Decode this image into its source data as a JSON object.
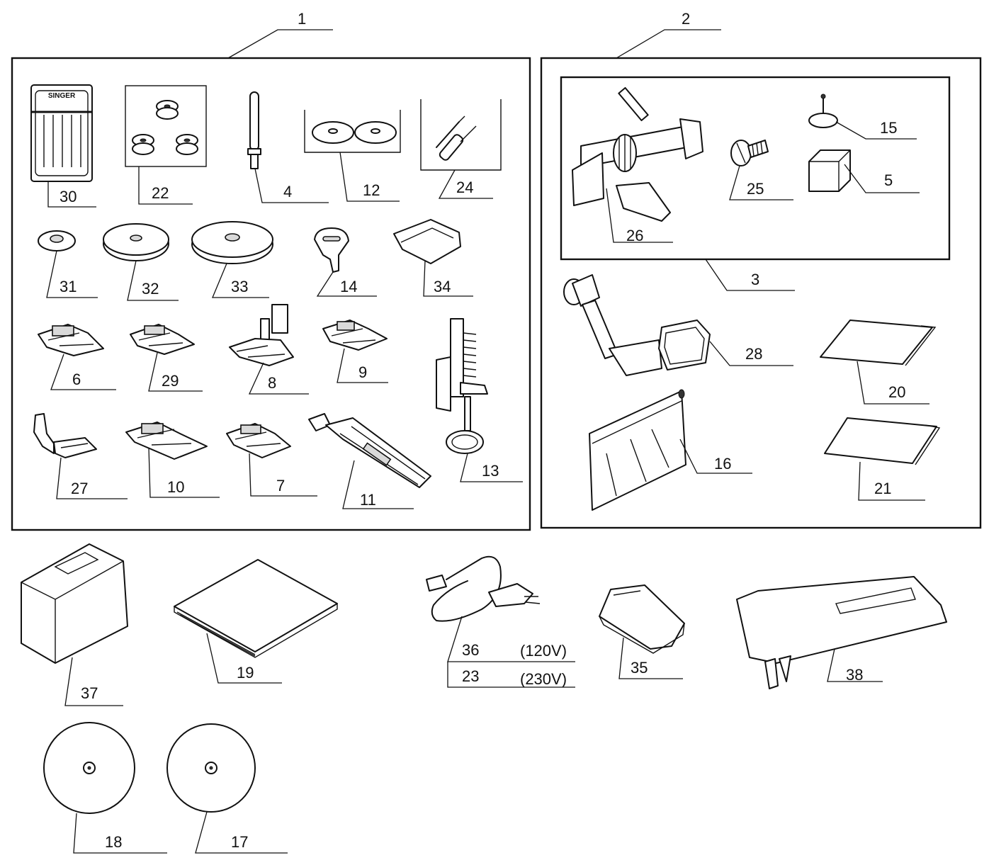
{
  "callouts": {
    "c1": "1",
    "c2": "2",
    "c3": "3",
    "c4": "4",
    "c5": "5",
    "c6": "6",
    "c7": "7",
    "c8": "8",
    "c9": "9",
    "c10": "10",
    "c11": "11",
    "c12": "12",
    "c13": "13",
    "c14": "14",
    "c15": "15",
    "c16": "16",
    "c17": "17",
    "c18": "18",
    "c19": "19",
    "c20": "20",
    "c21": "21",
    "c22": "22",
    "c23": "23",
    "c24": "24",
    "c25": "25",
    "c26": "26",
    "c27": "27",
    "c28": "28",
    "c29": "29",
    "c30": "30",
    "c31": "31",
    "c32": "32",
    "c33": "33",
    "c34": "34",
    "c35": "35",
    "c36": "36",
    "c37": "37",
    "c38": "38"
  },
  "voltage": {
    "v120": "(120V)",
    "v230": "(230V)"
  },
  "brand": {
    "needle_pack": "SINGER"
  }
}
